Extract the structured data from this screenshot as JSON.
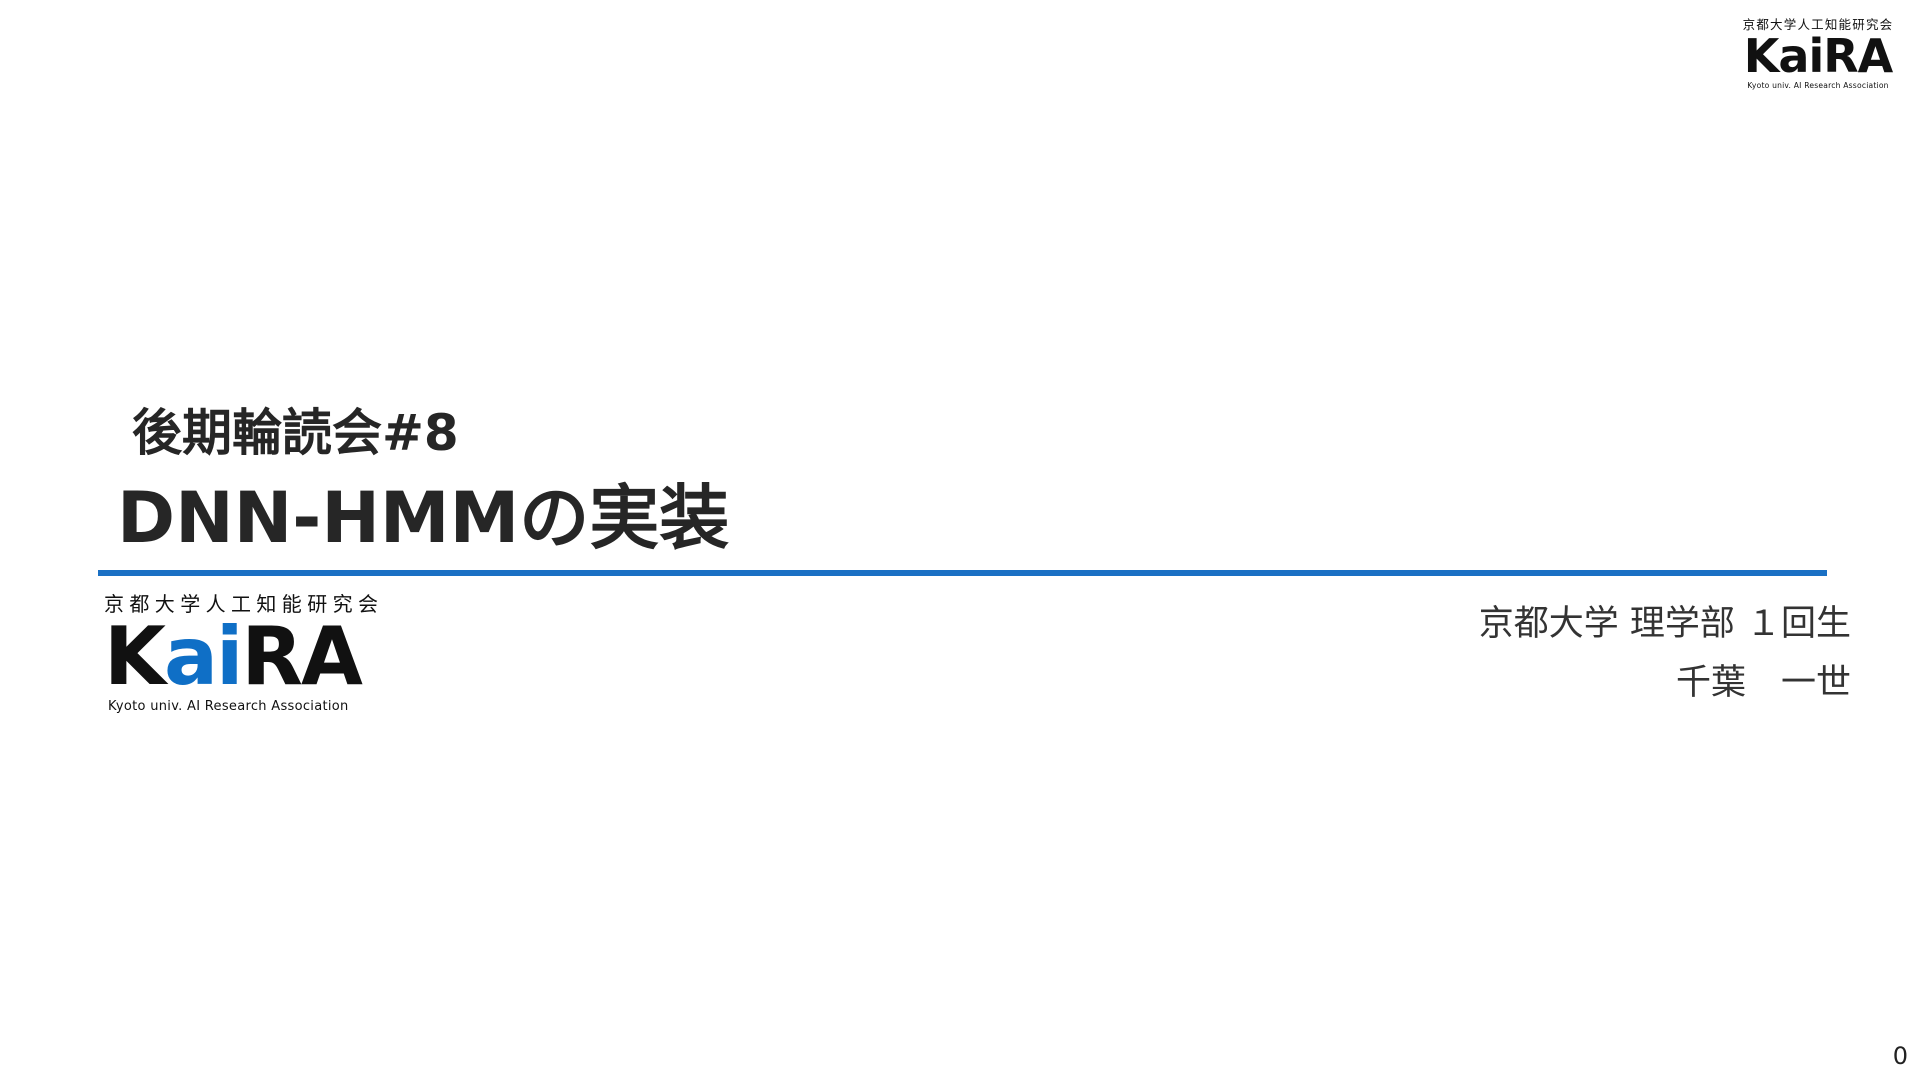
{
  "header_logo": {
    "japanese": "京都大学人工知能研究会",
    "letters": [
      "K",
      "a",
      "i",
      "R",
      "A"
    ],
    "english": "Kyoto univ. AI Research Association"
  },
  "slide": {
    "subtitle": "後期輪読会#8",
    "title": "DNN-HMMの実装",
    "rule_color": "#1a70c4"
  },
  "main_logo": {
    "japanese": "京都大学人工知能研究会",
    "letters": [
      "K",
      "a",
      "i",
      "R",
      "A"
    ],
    "english": "Kyoto univ. AI Research Association",
    "accent_color": "#0f6fc6"
  },
  "author": {
    "affiliation": "京都大学 理学部 １回生",
    "name": "千葉　一世"
  },
  "page_number": "0"
}
